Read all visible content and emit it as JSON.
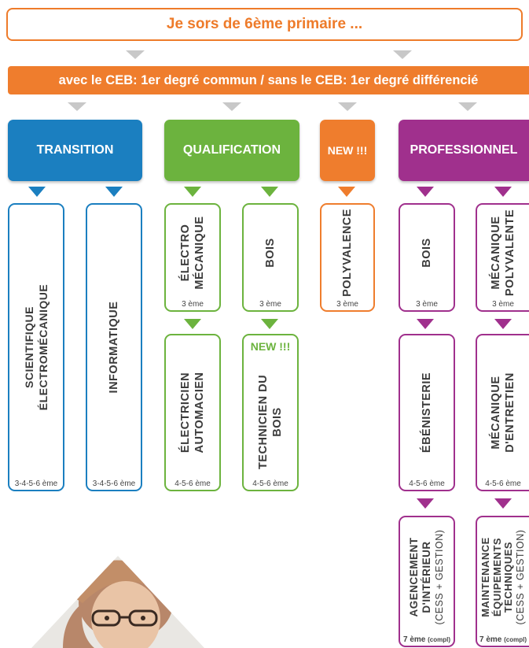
{
  "header": {
    "title": "Je sors de 6ème primaire ..."
  },
  "band": {
    "text": "avec le CEB: 1er degré commun / sans le CEB: 1er degré différencié"
  },
  "categories": [
    {
      "label": "TRANSITION",
      "color": "#1b7fc0"
    },
    {
      "label": "QUALIFICATION",
      "color": "#6cb33e"
    },
    {
      "label": "NEW !!!",
      "color": "#ef7d2d"
    },
    {
      "label": "PROFESSIONNEL",
      "color": "#a0308d"
    }
  ],
  "transition": {
    "scientifique": {
      "line1": "SCIENTIFIQUE",
      "line2": "ÉLECTROMÉCANIQUE",
      "years": "3-4-5-6 ème"
    },
    "informatique": {
      "line1": "INFORMATIQUE",
      "years": "3-4-5-6 ème"
    }
  },
  "qualification": {
    "electro": {
      "line1": "ÉLECTRO",
      "line2": "MÉCANIQUE",
      "years": "3 ème"
    },
    "bois": {
      "line1": "BOIS",
      "years": "3 ème"
    },
    "electricien": {
      "line1": "ÉLECTRICIEN",
      "line2": "AUTOMACIEN",
      "years": "4-5-6 ème"
    },
    "technicien": {
      "new": "NEW !!!",
      "line1": "TECHNICIEN DU",
      "line2": "BOIS",
      "years": "4-5-6 ème"
    }
  },
  "new": {
    "polyvalence": {
      "line1": "POLYVALENCE",
      "years": "3 ème"
    }
  },
  "professionnel": {
    "bois": {
      "line1": "BOIS",
      "years": "3 ème"
    },
    "mecanique_poly": {
      "line1": "MÉCANIQUE",
      "line2": "POLYVALENTE",
      "years": "3 ème"
    },
    "ebenisterie": {
      "line1": "ÉBÉNISTERIE",
      "years": "4-5-6 ème"
    },
    "mecanique_entretien": {
      "line1": "MÉCANIQUE",
      "line2": "D'ENTRETIEN",
      "years": "4-5-6 ème"
    },
    "agencement": {
      "line1": "AGENCEMENT",
      "line2": "D'INTÉRIEUR",
      "line3": "(CESS + GESTION)",
      "years": "7 ème",
      "years_small": "(compl)"
    },
    "maintenance": {
      "line1": "MAINTENANCE",
      "line2": "ÉQUIPEMENTS",
      "line3": "TECHNIQUES",
      "line4": "(CESS + GESTION)",
      "years": "7 ème",
      "years_small": "(compl)"
    }
  },
  "colors": {
    "orange": "#ef7d2d",
    "blue": "#1b7fc0",
    "green": "#6cb33e",
    "purple": "#a0308d",
    "grey_arrow": "#c8c8c8"
  }
}
